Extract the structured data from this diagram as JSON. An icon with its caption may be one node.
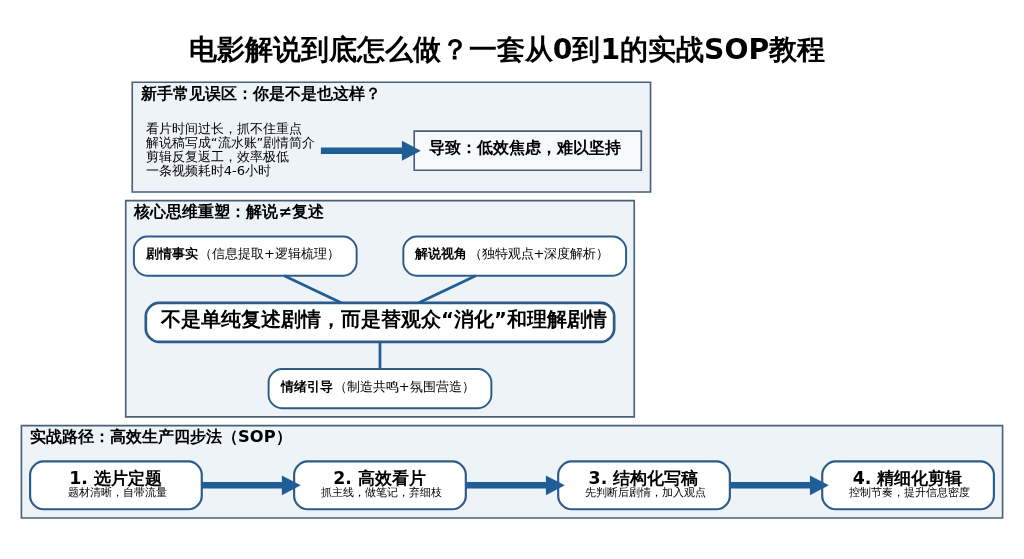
{
  "diagram": {
    "title": "电影解说到底怎么做？一套从0到1的实战SOP教程",
    "nodes": [
      {
        "text": [
          "新手常见误区：你是不是也这样？"
        ]
      },
      {
        "text": [
          "看片时间过长，抓不住重点",
          "解说稿写成“流水账”剧情简介",
          "剪辑反复返工，效率极低",
          "一条视频耗时4-6小时"
        ],
        "in": 0
      },
      {
        "text": [
          "导致：低效焦虑，难以坚持"
        ],
        "in": 0
      },
      {
        "text": [
          "核心思维重塑：解说≠复述"
        ]
      },
      {
        "text": [
          "剧情事实",
          "（信息提取+逻辑梳理）"
        ],
        "in": 3
      },
      {
        "text": [
          "解说视角",
          "（独特观点+深度解析）"
        ],
        "in": 3
      },
      {
        "text": [
          "不是单纯复述剧情，而是替观众“消化”和理解剧情"
        ],
        "in": 3
      },
      {
        "text": [
          "情绪引导",
          "（制造共鸣+氛围营造）"
        ],
        "in": 3
      },
      {
        "text": [
          "实战路径：高效生产四步法（SOP）"
        ]
      },
      {
        "text": [
          "1. 选片定题",
          "题材清晰，自带流量"
        ],
        "in": 8
      },
      {
        "text": [
          "2. 高效看片",
          "抓主线，做笔记，弃细枝"
        ],
        "in": 8
      },
      {
        "text": [
          "3. 结构化写稿",
          "先判断后剧情，加入观点"
        ],
        "in": 8
      },
      {
        "text": [
          "4. 精细化剪辑",
          "控制节奏，提升信息密度"
        ],
        "in": 8
      }
    ],
    "edges": [
      {
        "from": 1,
        "to": 2,
        "arrow": "to"
      },
      {
        "from": 4,
        "to": 6,
        "arrow": "none"
      },
      {
        "from": 5,
        "to": 6,
        "arrow": "none"
      },
      {
        "from": 6,
        "to": 7,
        "arrow": "none"
      },
      {
        "from": 9,
        "to": 10,
        "arrow": "to"
      },
      {
        "from": 10,
        "to": 11,
        "arrow": "to"
      },
      {
        "from": 11,
        "to": 12,
        "arrow": "to"
      }
    ]
  }
}
